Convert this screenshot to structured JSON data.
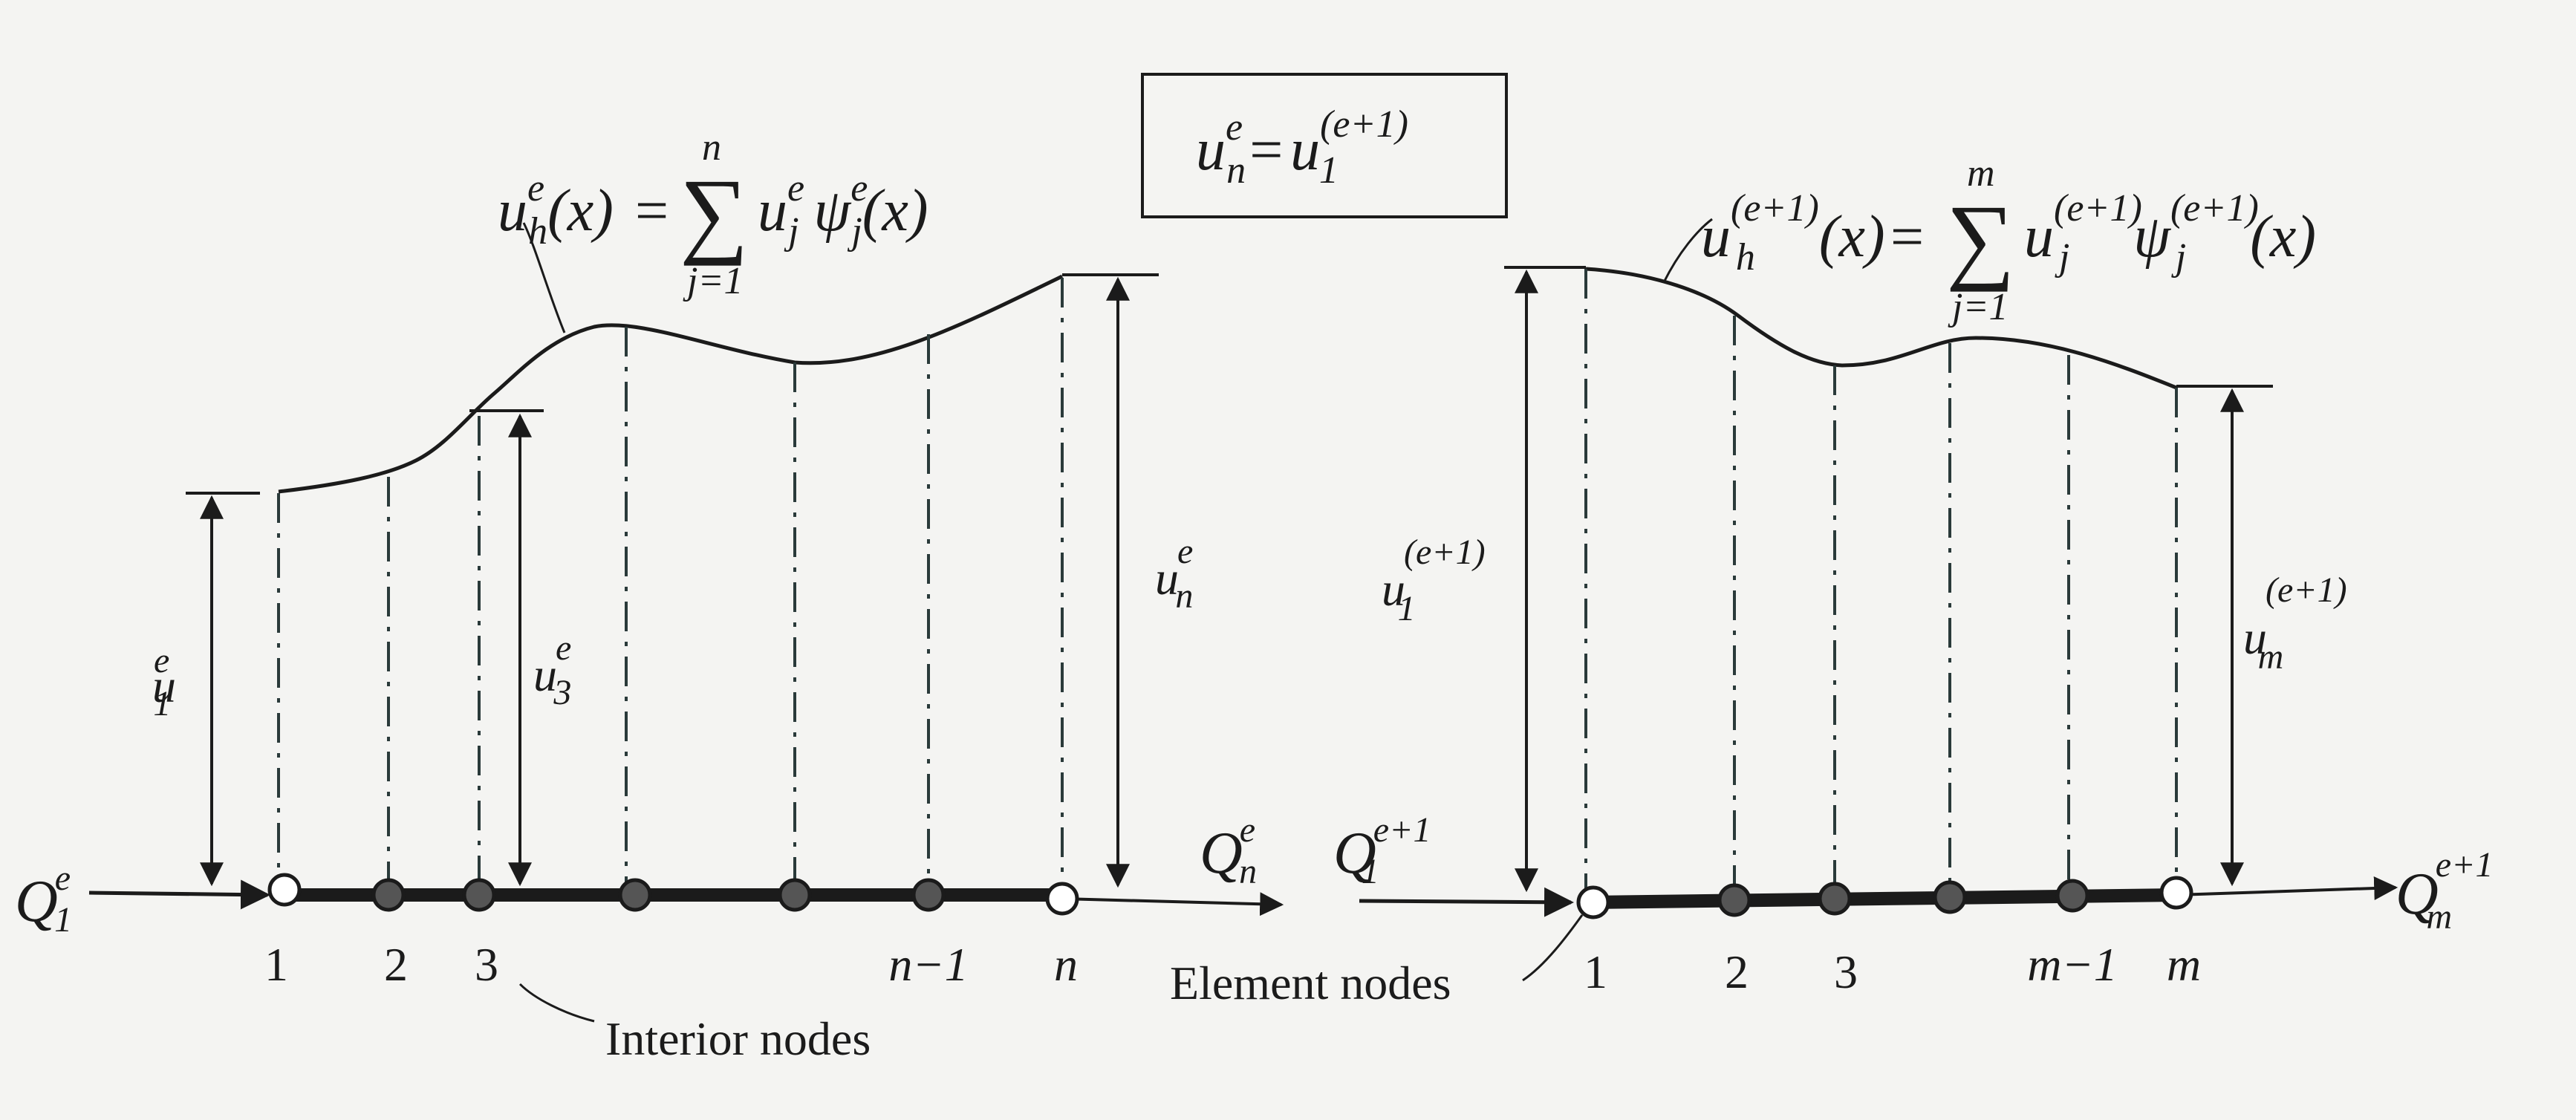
{
  "equations": {
    "left_sum": {
      "lhs_base": "u",
      "lhs_sup": "e",
      "lhs_sub": "h",
      "lhs_arg": "(x)",
      "equals": "=",
      "sigma": "∑",
      "upper": "n",
      "lower": "j=1",
      "term_u": "u",
      "term_u_sup": "e",
      "term_u_sub": "j",
      "term_psi": "ψ",
      "term_psi_sup": "e",
      "term_psi_sub": "j",
      "term_arg": "(x)"
    },
    "right_sum": {
      "lhs_base": "u",
      "lhs_sup": "(e+1)",
      "lhs_sub": "h",
      "lhs_arg": "(x)",
      "equals": "=",
      "sigma": "∑",
      "upper": "m",
      "lower": "j=1",
      "term_u": "u",
      "term_u_sup": "(e+1)",
      "term_u_sub": "j",
      "term_psi": "ψ",
      "term_psi_sup": "(e+1)",
      "term_psi_sub": "j",
      "term_arg": "(x)"
    },
    "continuity_box": {
      "l_base": "u",
      "l_sup": "e",
      "l_sub": "n",
      "equals": "=",
      "r_base": "u",
      "r_sup": "(e+1)",
      "r_sub": "1"
    }
  },
  "left_element": {
    "node_labels": [
      "1",
      "2",
      "3",
      "n−1",
      "n"
    ],
    "dims": {
      "u1": {
        "base": "u",
        "sup": "e",
        "sub": "1"
      },
      "u3": {
        "base": "u",
        "sup": "e",
        "sub": "3"
      },
      "un": {
        "base": "u",
        "sup": "e",
        "sub": "n"
      }
    },
    "forces": {
      "q_in": {
        "base": "Q",
        "sup": "e",
        "sub": "1"
      },
      "q_out": {
        "base": "Q",
        "sup": "e",
        "sub": "n"
      }
    },
    "interior_label": "Interior nodes"
  },
  "right_element": {
    "node_labels": [
      "1",
      "2",
      "3",
      "m−1",
      "m"
    ],
    "dims": {
      "u1": {
        "base": "u",
        "sup": "(e+1)",
        "sub": "1"
      },
      "um": {
        "base": "u",
        "sup": "(e+1)",
        "sub": "m"
      }
    },
    "forces": {
      "q_in": {
        "base": "Q",
        "sup": "e+1",
        "sub": "1"
      },
      "q_out": {
        "base": "Q",
        "sup": "e+1",
        "sub": "m"
      }
    },
    "element_nodes_label": "Element nodes"
  },
  "colors": {
    "ink": "#1b1b1b",
    "paper": "#f4f4f2",
    "dash": "#2a3a3a"
  }
}
